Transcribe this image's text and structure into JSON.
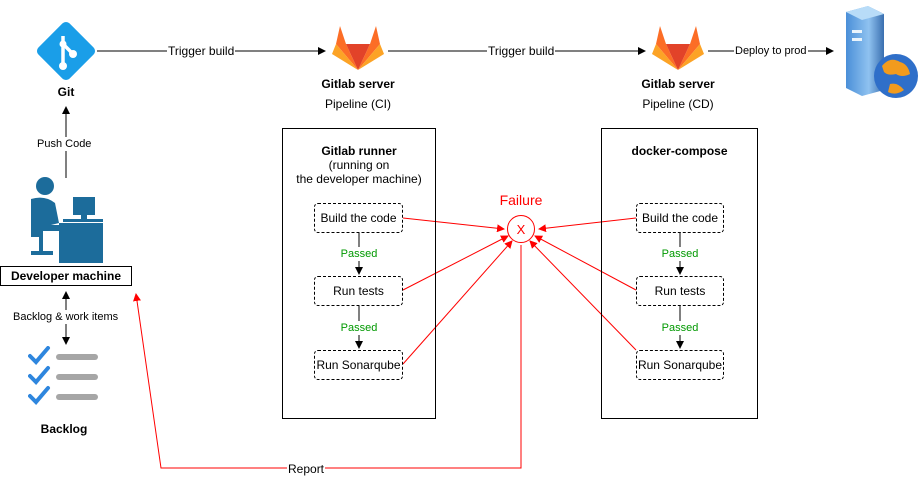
{
  "nodes": {
    "git": {
      "label": "Git",
      "icon": "git-icon"
    },
    "gitlab_ci": {
      "title": "Gitlab server",
      "subtitle": "Pipeline (CI)",
      "icon": "gitlab-icon"
    },
    "gitlab_cd": {
      "title": "Gitlab server",
      "subtitle": "Pipeline (CD)",
      "icon": "gitlab-icon"
    },
    "prod": {
      "icon": "server-globe-icon"
    },
    "developer": {
      "label": "Developer machine",
      "icon": "developer-at-computer-icon"
    },
    "backlog": {
      "label": "Backlog",
      "icon": "checklist-icon"
    },
    "runner": {
      "title": "Gitlab runner",
      "subtitle_line1": "(running on",
      "subtitle_line2": "the developer machine)"
    },
    "compose": {
      "title": "docker-compose"
    },
    "failure": {
      "label": "Failure",
      "symbol": "X"
    }
  },
  "steps": {
    "build": "Build the code",
    "tests": "Run tests",
    "sonar": "Run Sonarqube"
  },
  "edges": {
    "trigger1": "Trigger build",
    "trigger2": "Trigger build",
    "deploy": "Deploy to prod",
    "push": "Push Code",
    "backlog": "Backlog & work items",
    "passed": "Passed",
    "report": "Report"
  },
  "colors": {
    "git_blue": "#1a9ee8",
    "gitlab_orange": "#fc6d26",
    "gitlab_red": "#e24329",
    "gitlab_yellow": "#fca326",
    "developer_blue": "#1c6c9b",
    "failure_red": "#ff0000",
    "passed_green": "#009900",
    "check_blue": "#2e86de",
    "line_gray": "#a6a6a6"
  }
}
